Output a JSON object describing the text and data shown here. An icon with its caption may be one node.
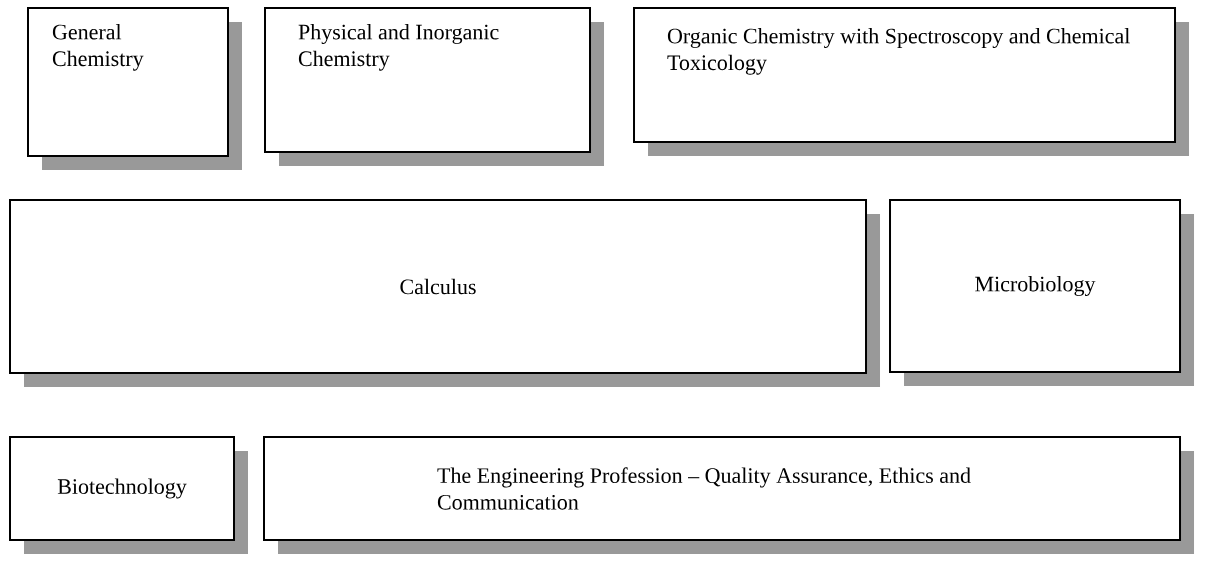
{
  "diagram": {
    "nodes": [
      {
        "text": [
          "General Chemistry"
        ]
      },
      {
        "text": [
          "Physical and Inorganic Chemistry"
        ]
      },
      {
        "text": [
          "Organic Chemistry with Spectroscopy and Chemical Toxicology"
        ]
      },
      {
        "text": [
          "Calculus"
        ]
      },
      {
        "text": [
          "Microbiology"
        ]
      },
      {
        "text": [
          "Biotechnology"
        ]
      },
      {
        "text": [
          "The Engineering Profession – Quality Assurance, Ethics and Communication"
        ]
      }
    ]
  }
}
